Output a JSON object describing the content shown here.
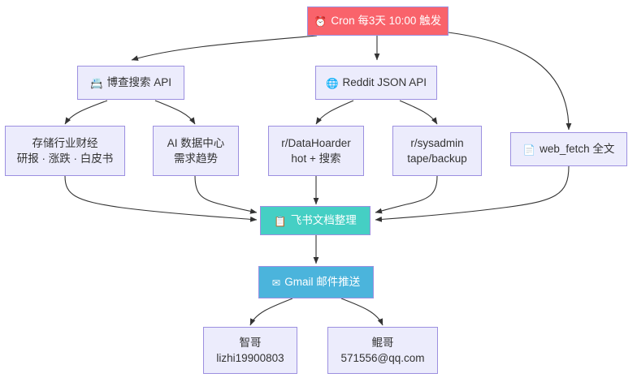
{
  "diagram": {
    "title": "Cron workflow flowchart",
    "background": "#ffffff",
    "edge_color": "#333333",
    "colors": {
      "trigger": "#f9636b",
      "source": "#ececfc",
      "source_border": "#9c8fe0",
      "aggregate": "#45cfc4",
      "delivery": "#4bb4dc"
    }
  },
  "nodes": {
    "cron": {
      "icon": "alarm-clock",
      "icon_glyph": "⏰",
      "label": "Cron 每3天 10:00 触发"
    },
    "bocha": {
      "icon": "card-index",
      "icon_glyph": "📇",
      "label": "博查搜索 API"
    },
    "reddit": {
      "icon": "globe",
      "icon_glyph": "🌐",
      "label": "Reddit JSON API"
    },
    "storage": {
      "line1": "存储行业财经",
      "line2": "研报 · 涨跌 · 白皮书"
    },
    "ai_dc": {
      "line1": "AI 数据中心",
      "line2": "需求趋势"
    },
    "datahoarder": {
      "line1": "r/DataHoarder",
      "line2": "hot + 搜索"
    },
    "sysadmin": {
      "line1": "r/sysadmin",
      "line2": "tape/backup"
    },
    "web_fetch": {
      "icon": "page-facing-up",
      "icon_glyph": "📄",
      "label": "web_fetch 全文"
    },
    "feishu": {
      "icon": "clipboard",
      "icon_glyph": "📋",
      "label": "飞书文档整理"
    },
    "gmail": {
      "icon": "envelope",
      "icon_glyph": "✉",
      "label": "Gmail 邮件推送"
    },
    "recipient1": {
      "line1": "智哥",
      "line2": "lizhi19900803"
    },
    "recipient2": {
      "line1": "鲲哥",
      "line2": "571556@qq.com"
    }
  }
}
